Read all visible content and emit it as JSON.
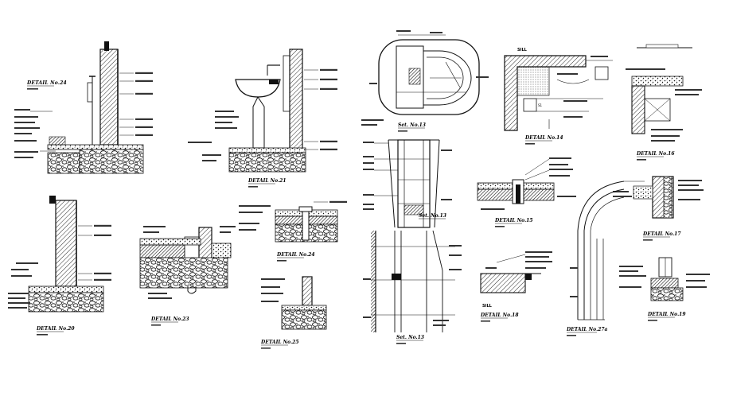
{
  "sheet": {
    "background": "#ffffff",
    "ink": "#111111"
  },
  "details": {
    "d1": {
      "title": "DETAIL No.24"
    },
    "d2": {
      "title": "DETAIL No.21"
    },
    "d3": {
      "title": "DETAIL No.20"
    },
    "d4": {
      "title": "DETAIL No.23"
    },
    "d5": {
      "title": "DETAIL No.24"
    },
    "d6": {
      "title": "DETAIL No.25"
    },
    "d7": {
      "title": "Set. No.13"
    },
    "d8": {
      "title": "Set. No.13"
    },
    "d9": {
      "title": "Set. No.13"
    },
    "d10": {
      "title": "DETAIL No.14"
    },
    "d11": {
      "title": "DETAIL No.16"
    },
    "d12": {
      "title": "DETAIL No.15"
    },
    "d13": {
      "title": "DETAIL No.17"
    },
    "d14": {
      "title": "DETAIL No.18"
    },
    "d15": {
      "title": "DETAIL No.27a"
    },
    "d16": {
      "title": "DETAIL No.19"
    }
  },
  "marks": {
    "sill": "SILL",
    "s1": "S1"
  }
}
